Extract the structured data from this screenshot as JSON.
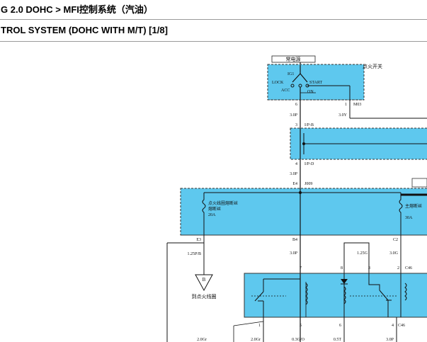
{
  "header": {
    "breadcrumb": "G 2.0 DOHC > MFI控制系统（汽油）",
    "subtitle": "TROL SYSTEM (DOHC WITH M/T) [1/8]"
  },
  "diagram": {
    "power_label": "常电源",
    "ignition_switch": {
      "title": "点火开关",
      "pos_ig1": "IG1",
      "pos_lock": "LOCK",
      "pos_acc": "ACC",
      "pos_start": "START",
      "pos_on": "ON"
    },
    "pins": {
      "m03_6": "6",
      "m03_1": "1",
      "m03": "M03",
      "ipb_3": "3",
      "ipb": "I/P-B",
      "ipd_4": "4",
      "ipd": "I/P-D",
      "j009_e4": "E4",
      "j009": "J009",
      "e3": "E3",
      "b4": "B4",
      "c2": "C2",
      "c46_7": "7",
      "c46_8": "8",
      "c46_3": "3",
      "c46_2": "2",
      "c46": "C46",
      "c46b_1": "1",
      "c46b_5": "5",
      "c46b_6": "6",
      "c46b_4": "4",
      "c46b": "C46"
    },
    "wires": {
      "w_30p_a": "3.0P",
      "w_30y": "3.0Y",
      "w_30p_b": "3.0P",
      "w_125pb": "1.25P/B",
      "w_30p_c": "3.0P",
      "w_125g": "1.25G",
      "w_30g": "3.0G",
      "w_20gr_a": "2.0Gr",
      "w_20gr_b": "2.0Gr",
      "w_03go": "0.3G/O",
      "w_05t": "0.5T",
      "w_30p_d": "3.0P"
    },
    "fuses": {
      "left_name": "点火线圈熔断丝",
      "left_rating": "20A",
      "right_name": "主熔断丝",
      "right_rating": "30A"
    },
    "ground": {
      "letter": "B",
      "label": "到点火线圈"
    }
  }
}
